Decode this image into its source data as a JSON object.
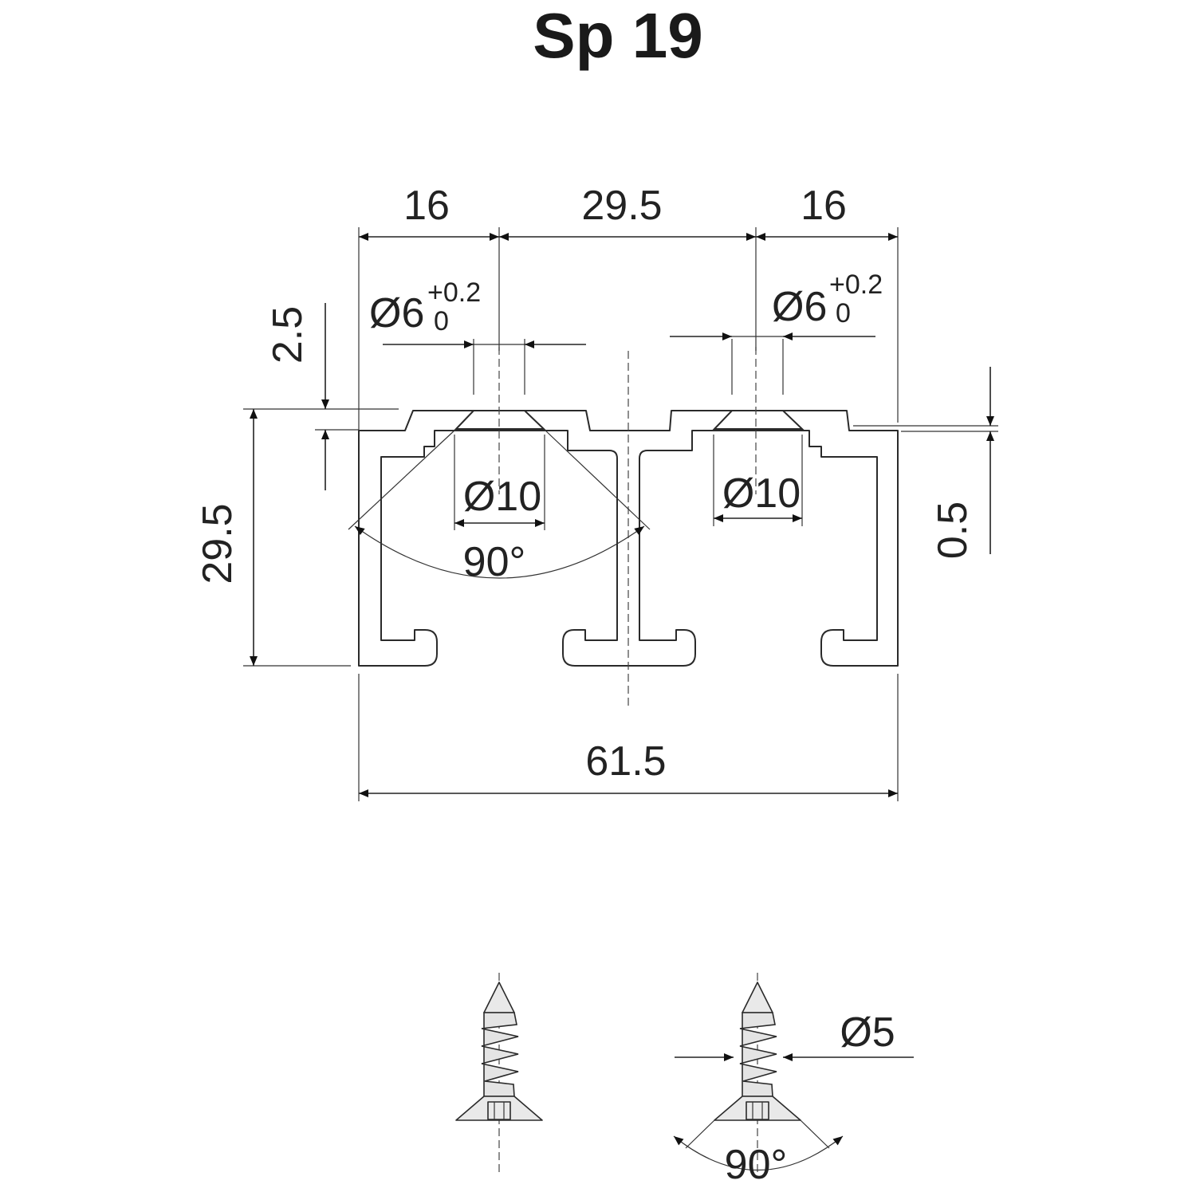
{
  "title": "Sp 19",
  "dimensions": {
    "left_pitch": "16",
    "middle_pitch": "29.5",
    "right_pitch": "16",
    "overall_width": "61.5",
    "overall_height": "29.5",
    "top_step": "2.5",
    "right_step": "0.5",
    "hole_left": "Ø6",
    "hole_right": "Ø6",
    "tol_upper": "+0.2",
    "tol_lower": "0",
    "countersink_left": "Ø10",
    "countersink_right": "Ø10",
    "countersink_angle": "90°",
    "screw_diameter": "Ø5",
    "screw_angle": "90°"
  }
}
